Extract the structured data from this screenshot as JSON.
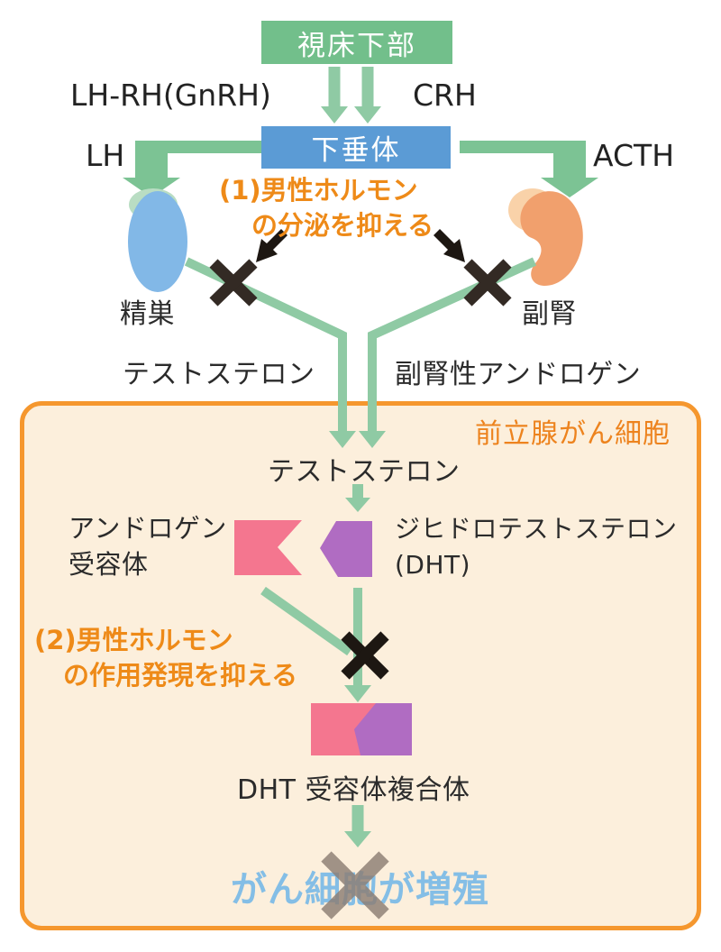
{
  "boxes": {
    "hypothalamus": "視床下部",
    "pituitary": "下垂体"
  },
  "hormone_labels": {
    "lhrh": "LH-RH(GnRH)",
    "crh": "CRH",
    "lh": "LH",
    "acth": "ACTH"
  },
  "organ_labels": {
    "testis": "精巣",
    "adrenal": "副腎"
  },
  "pathway_labels": {
    "testosterone_outside": "テストステロン",
    "adrenal_androgen": "副腎性アンドロゲン"
  },
  "inhibition1": {
    "line1": "(1)男性ホルモン",
    "line2": "の分泌を抑える"
  },
  "inhibition2": {
    "line1": "(2)男性ホルモン",
    "line2": "の作用発現を抑える"
  },
  "cancer_box": {
    "title": "前立腺がん細胞",
    "testosterone": "テストステロン",
    "androgen_receptor_line1": "アンドロゲン",
    "androgen_receptor_line2": "受容体",
    "dht_line1": "ジヒドロテストステロン",
    "dht_line2": "(DHT)",
    "dht_complex": "DHT 受容体複合体",
    "outcome": "がん細胞が増殖"
  },
  "colors": {
    "hypothalamus_green": "#72bf8b",
    "pituitary_blue": "#5b9bd5",
    "arrow_green": "#8fcaa4",
    "accent_orange": "#ee8a18",
    "panel_border": "#f5972e",
    "panel_fill": "#fcefdc",
    "pink_receptor": "#f4768f",
    "purple_dht": "#b06cc2",
    "outcome_blue": "#84bee6",
    "gray_x": "#8d7e74",
    "testis_blue": "#82b8e7",
    "adrenal_orange": "#f1a06d"
  }
}
